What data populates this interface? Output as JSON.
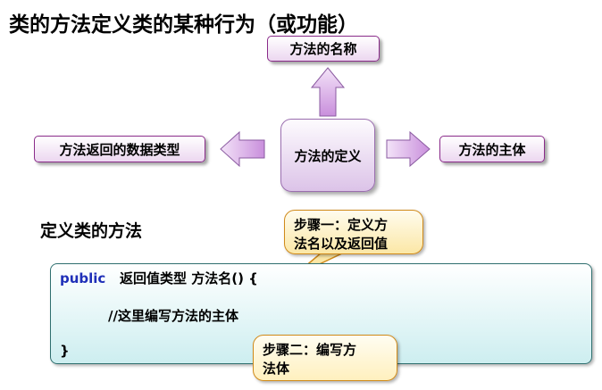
{
  "title": "类的方法定义类的某种行为（或功能）",
  "diagram": {
    "center": "方法的定义",
    "top": "方法的名称",
    "left": "方法返回的数据类型",
    "right": "方法的主体"
  },
  "subtitle": "定义类的方法",
  "code": {
    "keyword": "public",
    "signature_rest": "返回值类型  方法名() {",
    "body_comment": "//这里编写方法的主体",
    "close": "}"
  },
  "callouts": {
    "step1_line1": "步骤一：定义方",
    "step1_line2": "法名以及返回值",
    "step2_line1": "步骤二：编写方",
    "step2_line2": "法体"
  },
  "colors": {
    "box_border": "#8a2b8a",
    "box_fill": "#ecd7f0",
    "arrow_fill": "#cf9ae0",
    "code_border": "#2f6f6f",
    "code_fill": "#cdeef0",
    "keyword": "#1f2fb8",
    "callout_border": "#d08a1a",
    "callout_fill": "#fbe7a6"
  }
}
